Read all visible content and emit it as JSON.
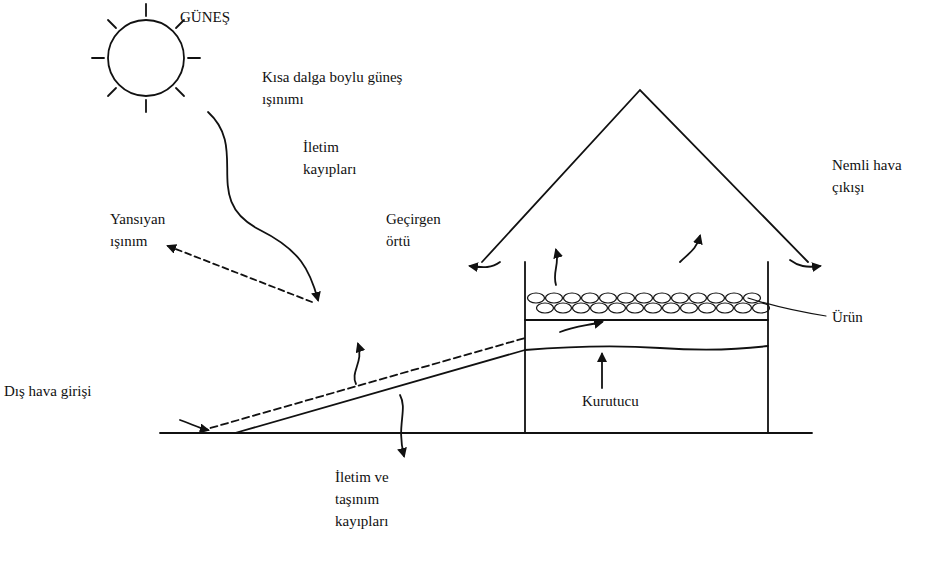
{
  "diagram": {
    "labels": [
      "GÜNEŞ",
      "Kısa dalga boylu güneş ışınımı",
      "İletim kayıpları",
      "Yansıyan ışınım",
      "Geçirgen örtü",
      "Dış hava girişi",
      "İletim ve taşınım kayıpları",
      "Nemli hava çıkışı",
      "Ürün",
      "Kurutucu"
    ]
  }
}
